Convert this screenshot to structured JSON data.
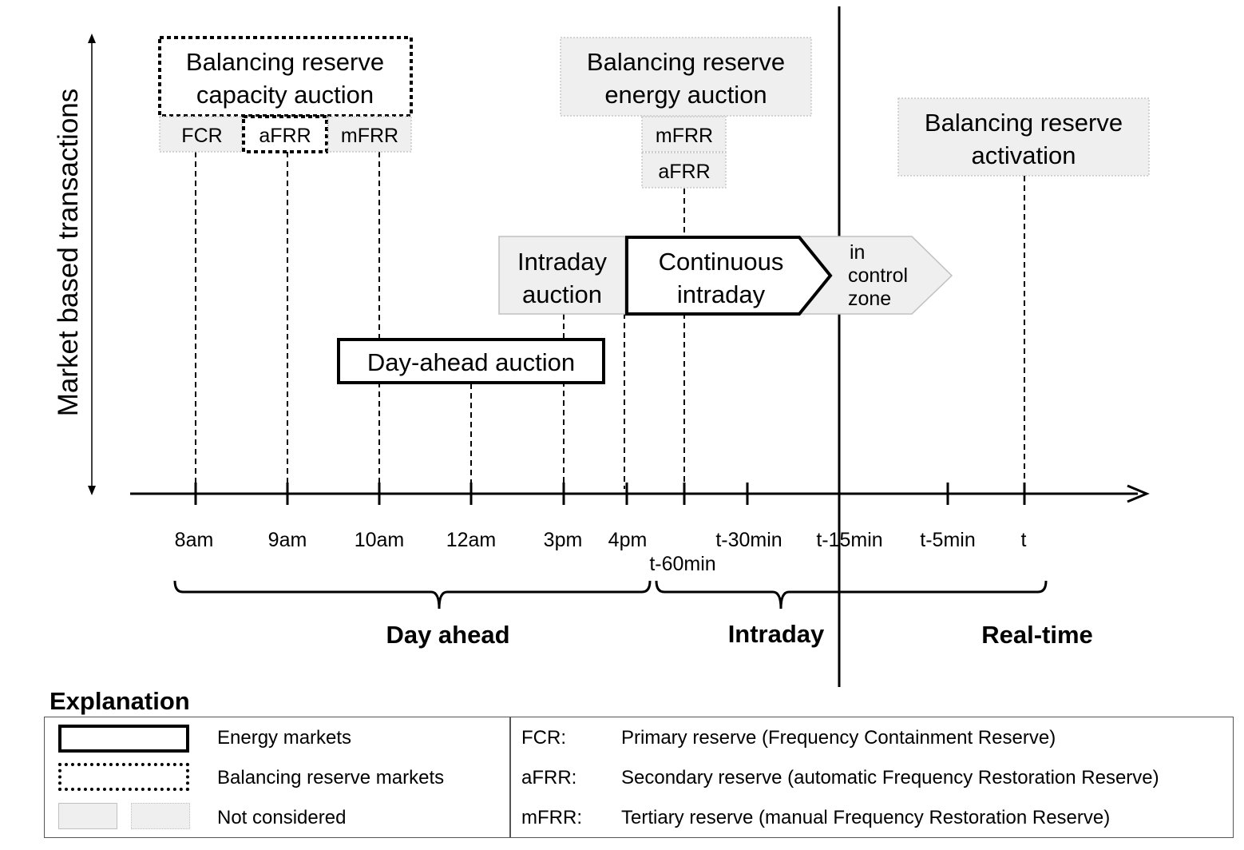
{
  "y_axis_label": "Market based transactions",
  "boxes": {
    "capacity_auction": "Balancing reserve capacity auction",
    "capacity_auction_line1": "Balancing reserve",
    "capacity_auction_line2": "capacity auction",
    "cap_fcr": "FCR",
    "cap_afrr": "aFRR",
    "cap_mfrr": "mFRR",
    "energy_auction_line1": "Balancing reserve",
    "energy_auction_line2": "energy auction",
    "energy_mfrr": "mFRR",
    "energy_afrr": "aFRR",
    "activation_line1": "Balancing reserve",
    "activation_line2": "activation",
    "intraday_auction_line1": "Intraday",
    "intraday_auction_line2": "auction",
    "continuous_line1": "Continuous",
    "continuous_line2": "intraday",
    "control_zone_line1": "in",
    "control_zone_line2": "control",
    "control_zone_line3": "zone",
    "day_ahead_auction": "Day-ahead auction"
  },
  "timeline": {
    "ticks": [
      "8am",
      "9am",
      "10am",
      "12am",
      "3pm",
      "4pm",
      "t-60min",
      "t-30min",
      "t-15min",
      "t-5min",
      "t"
    ]
  },
  "phases": [
    "Day ahead",
    "Intraday",
    "Real-time"
  ],
  "legend": {
    "title": "Explanation",
    "items": [
      "Energy markets",
      "Balancing reserve markets",
      "Not considered"
    ],
    "abbreviations": [
      {
        "abbr": "FCR:",
        "desc": "Primary reserve (Frequency Containment Reserve)"
      },
      {
        "abbr": "aFRR:",
        "desc": "Secondary reserve (automatic  Frequency Restoration Reserve)"
      },
      {
        "abbr": "mFRR:",
        "desc": "Tertiary reserve (manual  Frequency Restoration Reserve)"
      }
    ]
  },
  "colors": {
    "not_considered_fill": "#efefef",
    "not_considered_border": "#c0c0c0",
    "line": "#000000"
  }
}
